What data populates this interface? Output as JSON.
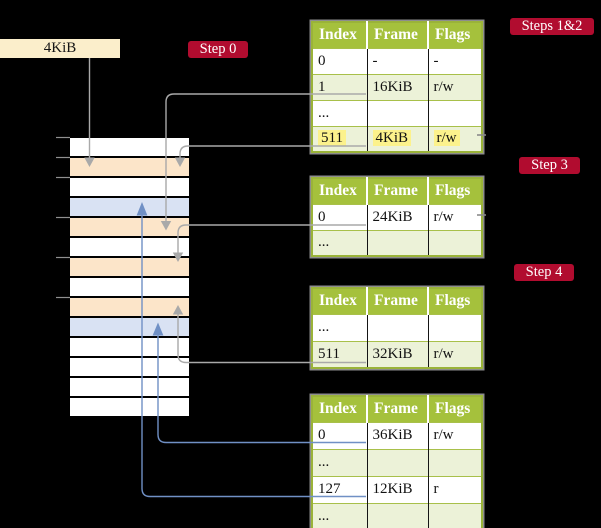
{
  "figure": {
    "source_box": {
      "label": "4KiB"
    },
    "badges": [
      {
        "id": "step-0",
        "label": "Step 0"
      },
      {
        "id": "steps-1-2",
        "label": "Steps 1&2"
      },
      {
        "id": "step-3",
        "label": "Step 3"
      },
      {
        "id": "step-4",
        "label": "Step 4"
      }
    ],
    "memory_stack": {
      "row_colors": [
        "white",
        "peach",
        "white",
        "blue",
        "peach",
        "white",
        "peach",
        "white",
        "peach",
        "blue",
        "white",
        "white",
        "white",
        "white"
      ]
    },
    "page_tables": [
      {
        "id": "page-table-1",
        "columns": [
          "Index",
          "Frame",
          "Flags"
        ],
        "rows": [
          {
            "cells": [
              "0",
              "-",
              "-"
            ],
            "shaded": false,
            "highlighted": false
          },
          {
            "cells": [
              "1",
              "16KiB",
              "r/w"
            ],
            "shaded": true,
            "highlighted": false
          },
          {
            "cells": [
              "...",
              "",
              ""
            ],
            "shaded": false,
            "highlighted": false
          },
          {
            "cells": [
              "511",
              "4KiB",
              "r/w"
            ],
            "shaded": true,
            "highlighted": true
          }
        ]
      },
      {
        "id": "page-table-2",
        "columns": [
          "Index",
          "Frame",
          "Flags"
        ],
        "rows": [
          {
            "cells": [
              "0",
              "24KiB",
              "r/w"
            ],
            "shaded": false,
            "highlighted": false
          },
          {
            "cells": [
              "...",
              "",
              ""
            ],
            "shaded": true,
            "highlighted": false
          }
        ]
      },
      {
        "id": "page-table-3",
        "columns": [
          "Index",
          "Frame",
          "Flags"
        ],
        "rows": [
          {
            "cells": [
              "...",
              "",
              ""
            ],
            "shaded": false,
            "highlighted": false
          },
          {
            "cells": [
              "511",
              "32KiB",
              "r/w"
            ],
            "shaded": true,
            "highlighted": false
          }
        ]
      },
      {
        "id": "page-table-4",
        "columns": [
          "Index",
          "Frame",
          "Flags"
        ],
        "rows": [
          {
            "cells": [
              "0",
              "36KiB",
              "r/w"
            ],
            "shaded": false,
            "highlighted": false
          },
          {
            "cells": [
              "...",
              "",
              ""
            ],
            "shaded": true,
            "highlighted": false
          },
          {
            "cells": [
              "127",
              "12KiB",
              "r"
            ],
            "shaded": false,
            "highlighted": false
          },
          {
            "cells": [
              "...",
              "",
              ""
            ],
            "shaded": true,
            "highlighted": false
          }
        ]
      }
    ],
    "connectors": [
      {
        "from": "source-box",
        "to": "memory-row-2",
        "color": "gray"
      },
      {
        "from": "table-1-index-1",
        "to": "memory-row-5",
        "color": "gray"
      },
      {
        "from": "table-1-index-511",
        "to": "memory-row-2",
        "color": "gray"
      },
      {
        "from": "table-2-index-0",
        "to": "memory-row-7",
        "color": "gray"
      },
      {
        "from": "table-3-index-511",
        "to": "memory-row-9",
        "color": "gray"
      },
      {
        "from": "table-4-index-0",
        "to": "memory-row-10",
        "color": "blue"
      },
      {
        "from": "table-4-index-127",
        "to": "memory-row-4",
        "color": "blue"
      }
    ]
  },
  "colors": {
    "background": "#000000",
    "badge_red": "#b10c2f",
    "badge_text": "#ffffff",
    "source_box_bg": "#fbeecb",
    "table_header_bg": "#a5c13c",
    "table_header_text": "#ffffff",
    "table_row_shade": "#ecf2d8",
    "table_border_olive": "#9ab339",
    "highlight_yellow": "#fcf28c",
    "stack_white": "#ffffff",
    "stack_peach": "#fce5c9",
    "stack_blue": "#d9e2f3",
    "connector_gray": "#a9a9a9",
    "connector_blue": "#7090c5",
    "tick_gray": "#909090"
  }
}
